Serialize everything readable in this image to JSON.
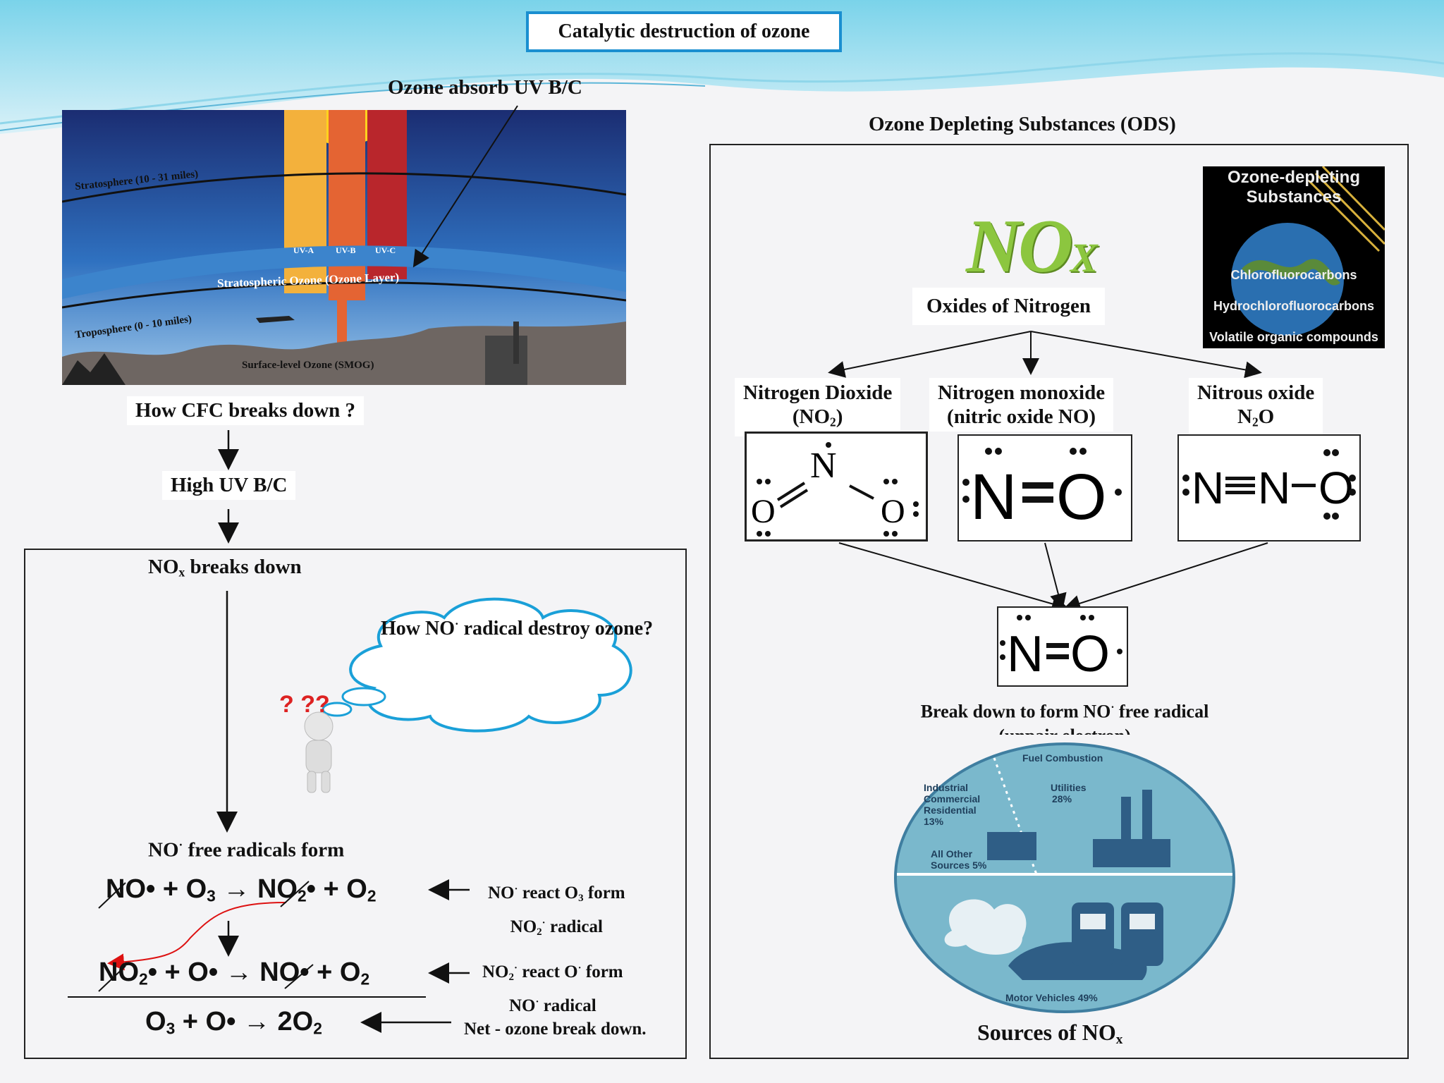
{
  "title": "Catalytic destruction of ozone",
  "atmosphere": {
    "caption": "Ozone absorb UV B/C",
    "stratosphere": "Stratosphere (10 - 31 miles)",
    "uv_a": "UV-A",
    "uv_b": "UV-B",
    "uv_c": "UV-C",
    "ozone_layer": "Stratospheric Ozone (Ozone Layer)",
    "troposphere": "Troposphere  (0 - 10 miles)",
    "smog": "Surface-level Ozone (SMOG)"
  },
  "flow": {
    "step1": "How CFC breaks down ?",
    "step2": "High UV  B/C",
    "nox_breaks_down": "NO<sub>x</sub> breaks down",
    "thought": "How NO<sup>·</sup> radical destroy ozone?",
    "radicals_form": "NO<sup>·</sup> free radicals form",
    "reaction1": "NO• + O<sub>3</sub> → NO<sub>2</sub>• + O<sub>2</sub>",
    "reaction1_note": "NO<sup>·</sup> react O<sub>3</sub> form<br>NO<sub>2</sub><sup>·</sup> radical",
    "reaction2": "NO<sub>2</sub>• + O• → NO• + O<sub>2</sub>",
    "reaction2_note": "NO<sub>2</sub><sup>·</sup> react O<sup>·</sup> form<br>NO<sup>·</sup> radical",
    "net": "O<sub>3</sub> + O• → 2O<sub>2</sub>",
    "net_note": "Net - ozone break down."
  },
  "ods": {
    "heading": "Ozone Depleting Substances (ODS)",
    "nox_logo": "NO",
    "nox_logo_sub": "X",
    "oxides": "Oxides of Nitrogen",
    "image": {
      "title_line1": "Ozone-depleting",
      "title_line2": "Substances",
      "item1": "Chlorofluorocarbons",
      "item2": "Hydrochlorofluorocarbons",
      "item3": "Volatile organic compounds"
    },
    "no2": "Nitrogen Dioxide<br>(NO<sub>2</sub>)",
    "no": "Nitrogen monoxide<br>(nitric oxide NO)",
    "n2o": "Nitrous oxide<br>N<sub>2</sub>O",
    "no_radical_caption": "Break down to form NO<sup>·</sup> free radical<br>(unpair electron)",
    "sources_caption": "Sources of NO<sub>x</sub>",
    "sources_chart": {
      "fuel": "Fuel Combustion",
      "industrial": "Industrial",
      "commercial": "Commercial",
      "residential": "Residential",
      "industrial_pct": "13%",
      "utilities": "Utilities",
      "utilities_pct": "28%",
      "other": "All Other",
      "other2": "Sources 5%",
      "motor": "Motor Vehicles 49%"
    }
  }
}
